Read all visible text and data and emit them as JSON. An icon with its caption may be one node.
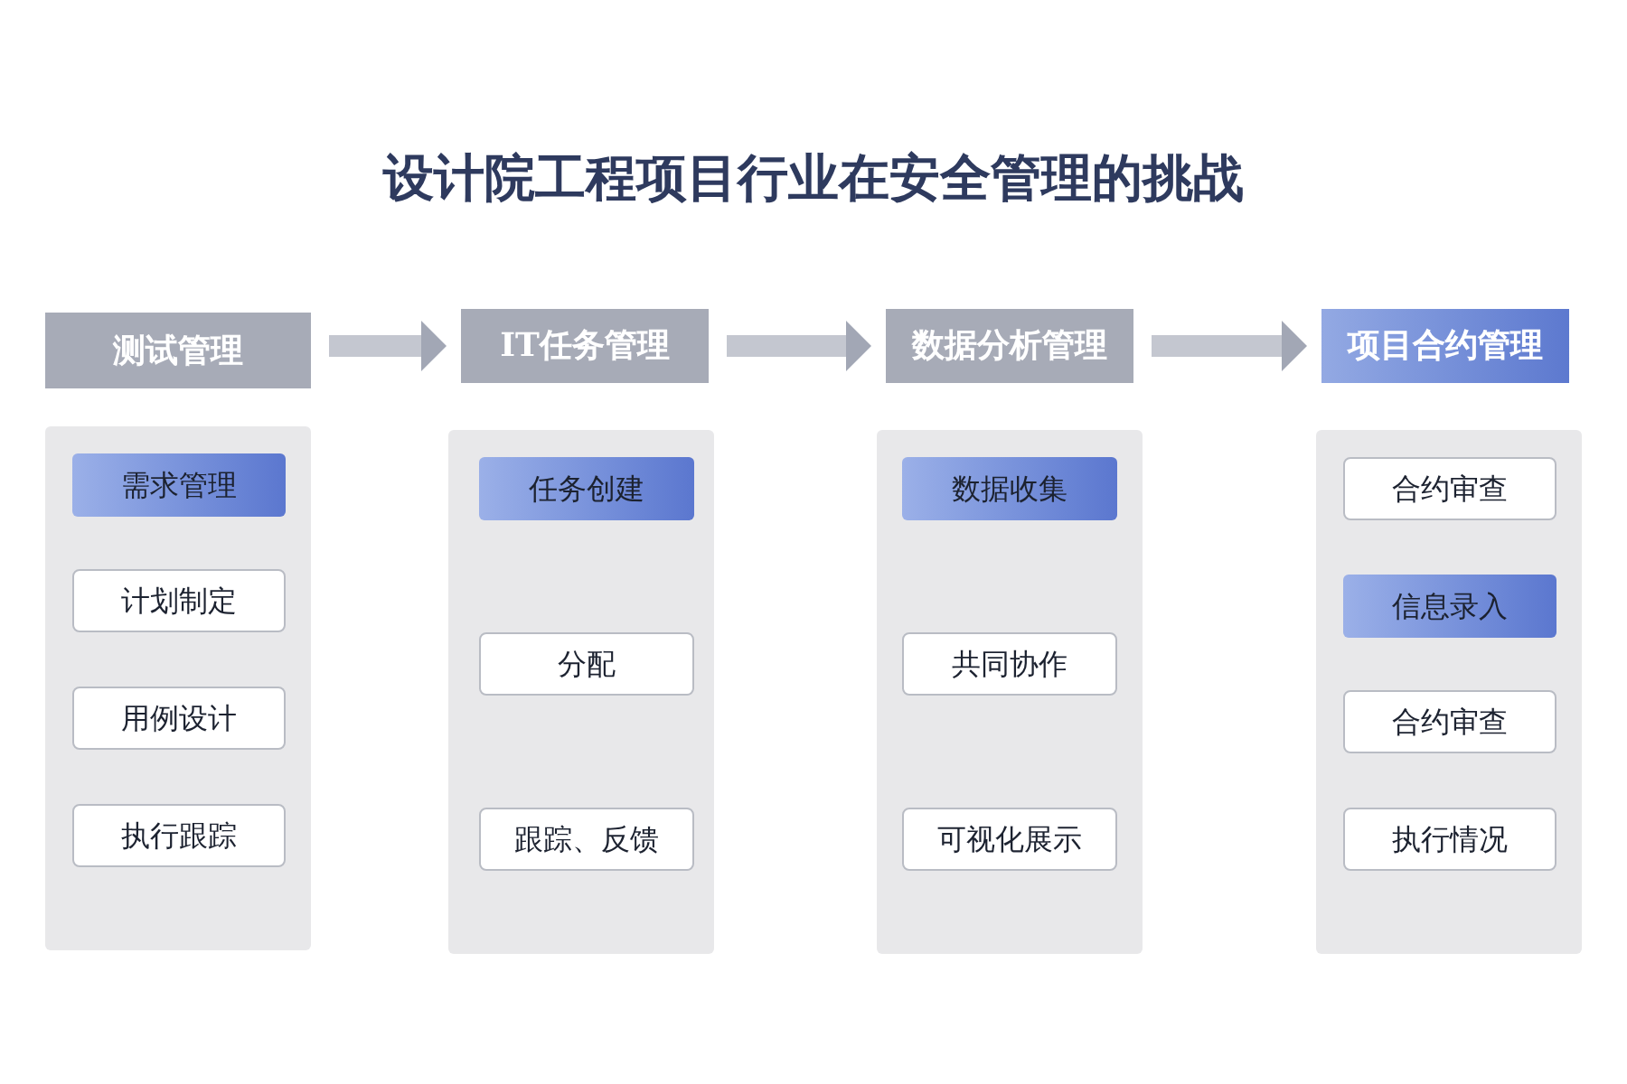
{
  "diagram": {
    "title": "设计院工程项目行业在安全管理的挑战",
    "nodes": [
      {
        "text": [
          "测试管理"
        ]
      },
      {
        "text": [],
        "shape": "box"
      },
      {
        "text": [
          "需求管理"
        ],
        "in": 1
      },
      {
        "text": [
          "计划制定"
        ],
        "in": 1
      },
      {
        "text": [
          "用例设计"
        ],
        "in": 1
      },
      {
        "text": [
          "执行跟踪"
        ],
        "in": 1
      },
      {
        "text": [
          "IT任务管理"
        ]
      },
      {
        "text": [],
        "shape": "box"
      },
      {
        "text": [
          "任务创建"
        ],
        "in": 7
      },
      {
        "text": [
          "分配"
        ],
        "in": 7
      },
      {
        "text": [
          "跟踪、反馈"
        ],
        "in": 7
      },
      {
        "text": [
          "数据分析管理"
        ]
      },
      {
        "text": [],
        "shape": "box"
      },
      {
        "text": [
          "数据收集"
        ],
        "in": 12
      },
      {
        "text": [
          "共同协作"
        ],
        "in": 12
      },
      {
        "text": [
          "可视化展示"
        ],
        "in": 12
      },
      {
        "text": [
          "项目合约管理"
        ]
      },
      {
        "text": [],
        "shape": "box"
      },
      {
        "text": [
          "合约审查"
        ],
        "in": 17
      },
      {
        "text": [
          "信息录入"
        ],
        "in": 17
      },
      {
        "text": [
          "合约审查"
        ],
        "in": 17
      },
      {
        "text": [
          "执行情况"
        ],
        "in": 17
      }
    ],
    "edges": [
      {
        "from": 0,
        "to": 6,
        "arrow": "to"
      },
      {
        "from": 6,
        "to": 11,
        "arrow": "to"
      },
      {
        "from": 11,
        "to": 16,
        "arrow": "to"
      }
    ]
  }
}
